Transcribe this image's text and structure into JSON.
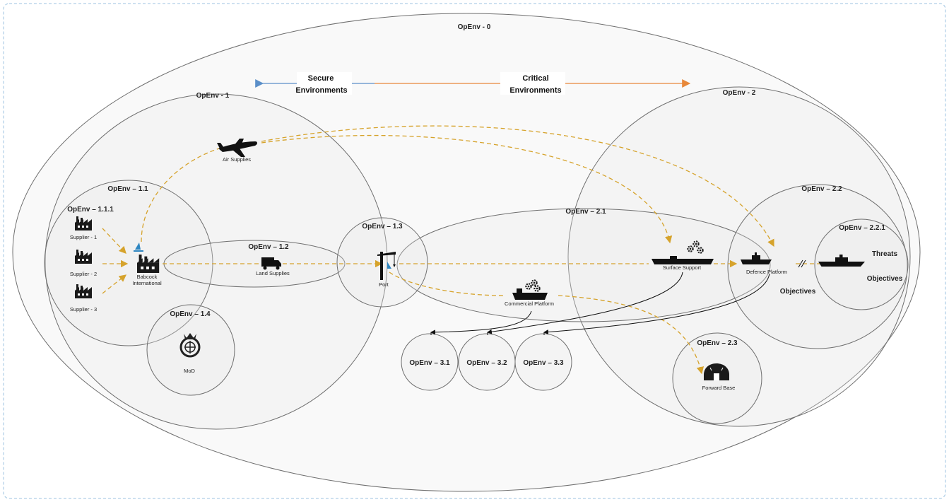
{
  "environments": {
    "env0": "OpEnv - 0",
    "env1": "OpEnv - 1",
    "env11": "OpEnv – 1.1",
    "env111": "OpEnv – 1.1.1",
    "env12": "OpEnv – 1.2",
    "env13": "OpEnv – 1.3",
    "env14": "OpEnv – 1.4",
    "env2": "OpEnv - 2",
    "env21": "OpEnv – 2.1",
    "env22": "OpEnv – 2.2",
    "env221": "OpEnv – 2.2.1",
    "env23": "OpEnv – 2.3",
    "env31": "OpEnv – 3.1",
    "env32": "OpEnv – 3.2",
    "env33": "OpEnv – 3.3"
  },
  "header": {
    "secure_line1": "Secure",
    "secure_line2": "Environments",
    "critical_line1": "Critical",
    "critical_line2": "Environments"
  },
  "nodes": {
    "supplier1": "Supplier - 1",
    "supplier2": "Supplier - 2",
    "supplier3": "Supplier - 3",
    "babcock_line1": "Babcock",
    "babcock_line2": "International",
    "air_supplies": "Air Supplies",
    "land_supplies": "Land Supplies",
    "port": "Port",
    "mod": "MoD",
    "commercial_platform": "Commercial Platform",
    "surface_support": "Surface Support",
    "defence_platform": "Defence Platform",
    "forward_base": "Forward Base",
    "threats": "Threats",
    "objectives_inner": "Objectives",
    "objectives_outer": "Objectives"
  },
  "colors": {
    "secure_arrow": "#5b8fc9",
    "critical_arrow": "#e8883a",
    "flow_dashed": "#d6a32c",
    "frame_dashed": "#9cc3e0"
  },
  "icons": {
    "factory": "factory-icon",
    "plane": "airplane-icon",
    "truck": "truck-icon",
    "crane": "crane-icon",
    "ship": "ship-icon",
    "gears": "gears-icon",
    "crest": "crest-icon",
    "bunker": "bunker-icon"
  }
}
